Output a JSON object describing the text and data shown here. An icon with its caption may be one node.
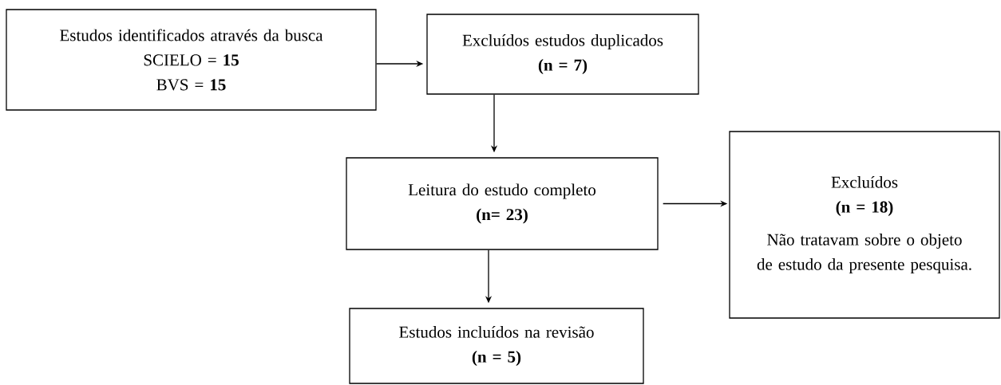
{
  "diagram": {
    "nodes": [
      {
        "text": [
          "Estudos identificados através da busca",
          "SCIELO = **15**",
          "BVS = **15**"
        ]
      },
      {
        "text": [
          "Excluídos estudos duplicados",
          "(n = 7)"
        ]
      },
      {
        "text": [
          "Leitura do estudo completo",
          "(n= 23)"
        ]
      },
      {
        "text": [
          "Estudos incluídos na revisão",
          "(n = 5)"
        ]
      },
      {
        "text": [
          "Excluídos",
          "(n = 18)",
          "Não tratavam sobre o objeto de estudo da presente pesquisa."
        ]
      }
    ],
    "edges": [
      {
        "from": 0,
        "to": 1,
        "arrow": "to"
      },
      {
        "from": 1,
        "to": 2,
        "arrow": "to"
      },
      {
        "from": 2,
        "to": 4,
        "arrow": "to"
      },
      {
        "from": 2,
        "to": 3,
        "arrow": "to"
      }
    ]
  }
}
